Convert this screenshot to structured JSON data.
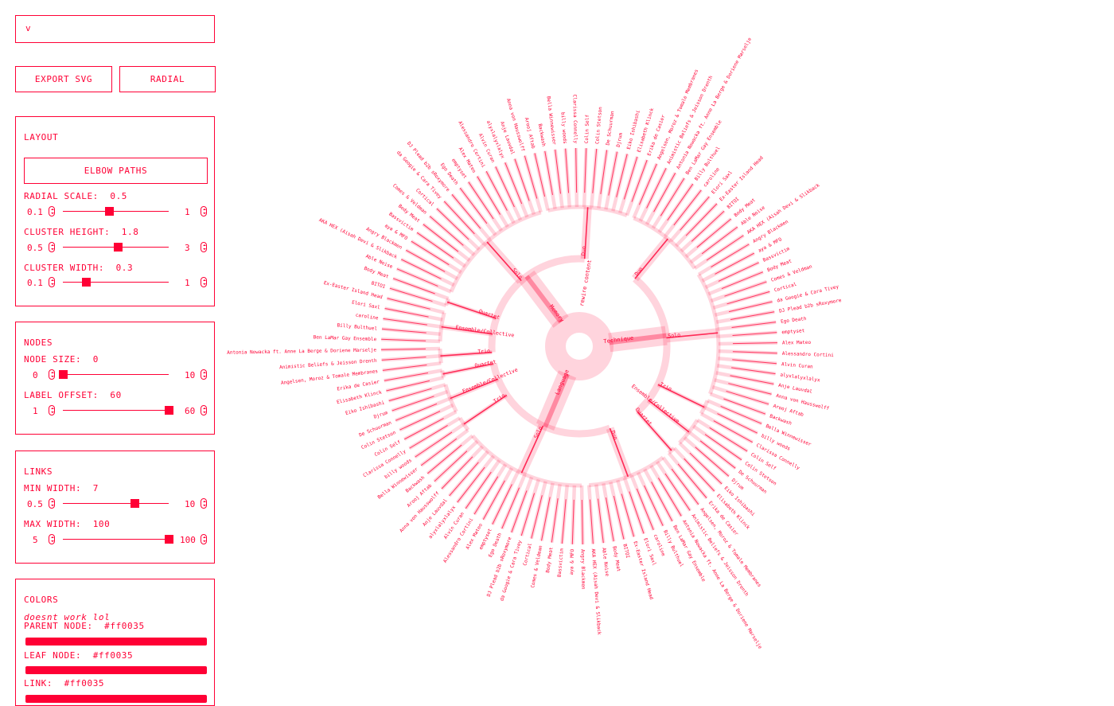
{
  "dropdown": {
    "value": "v"
  },
  "buttons": {
    "export": "EXPORT SVG",
    "radial": "RADIAL"
  },
  "layout": {
    "title": "LAYOUT",
    "elbow": "ELBOW PATHS",
    "radial_scale": {
      "label": "RADIAL SCALE:",
      "value": "0.5",
      "min": "0.1",
      "max": "1",
      "frac": 0.44
    },
    "cluster_height": {
      "label": "CLUSTER HEIGHT:",
      "value": "1.8",
      "min": "0.5",
      "max": "3",
      "frac": 0.52
    },
    "cluster_width": {
      "label": "CLUSTER WIDTH:",
      "value": "0.3",
      "min": "0.1",
      "max": "1",
      "frac": 0.22
    }
  },
  "nodes": {
    "title": "NODES",
    "node_size": {
      "label": "NODE SIZE:",
      "value": "0",
      "min": "0",
      "max": "10",
      "frac": 0.0
    },
    "label_offset": {
      "label": "LABEL OFFSET:",
      "value": "60",
      "min": "1",
      "max": "60",
      "frac": 1.0
    }
  },
  "links": {
    "title": "LINKS",
    "min_width": {
      "label": "MIN WIDTH:",
      "value": "7",
      "min": "0.5",
      "max": "10",
      "frac": 0.68
    },
    "max_width": {
      "label": "MAX WIDTH:",
      "value": "100",
      "min": "5",
      "max": "100",
      "frac": 1.0
    }
  },
  "colors": {
    "title": "COLORS",
    "note": "doesnt work lol",
    "parent": {
      "label": "PARENT NODE:",
      "value": "#ff0035"
    },
    "leaf": {
      "label": "LEAF NODE:",
      "value": "#ff0035"
    },
    "link": {
      "label": "LINK:",
      "value": "#ff0035"
    }
  },
  "accent": "#ff0035",
  "tree": {
    "root": "rewire content",
    "leaves": [
      "Angelsen, Moroz & Tomale Membranes",
      "Animistic Beliefs & Jeisson Drenth",
      "Antonia Nowacka ft. Anne La Berge & Doriene Marselje",
      "Ben LaMar Gay Ensemble",
      "Billy Bulthuel",
      "caroline",
      "Elori Saxl",
      "Ex-Easter Island Head",
      "BITOI",
      "Body Meat",
      "Able Noise",
      "AKA HEX (Aisah Devi & Slikback",
      "Angry Blackmen",
      "aya & MFO",
      "Bassvictim",
      "Body Meat",
      "Comes & Veldman",
      "Cortical",
      "da Googie & Cara Tivey",
      "DJ Plead b2b sRoxymore",
      "Ego Death",
      "emptyset",
      "Alex Mateo",
      "Alessandro Cortini",
      "Alvin Curan",
      "alyxlalyxlalyx",
      "Anje Lauvdal",
      "Anna von Hausswolff",
      "Arooj Aftab",
      "Backwash",
      "Bella Winnewisser",
      "billy woods",
      "Clarissa Connelly",
      "Colin Self",
      "Colin Stetson",
      "De Schuurman",
      "Djrum",
      "Eiko Ishibashi",
      "Elisabeth Klinck",
      "Erika de Casier"
    ],
    "branches": [
      {
        "name": "Memory",
        "subs": [
          {
            "name": "Trio",
            "leaf_count": 3
          },
          {
            "name": "Ensemble/Collective",
            "leaf_count": 5
          },
          {
            "name": "Quartet",
            "leaf_count": 2
          },
          {
            "name": "Solo",
            "leaf_count": 18
          },
          {
            "name": "Duo",
            "leaf_count": 12
          }
        ]
      },
      {
        "name": "Technique",
        "subs": [
          {
            "name": "Duo",
            "leaf_count": 12
          },
          {
            "name": "Solo",
            "leaf_count": 18
          },
          {
            "name": "Trio",
            "leaf_count": 3
          },
          {
            "name": "Ensemble/Collective",
            "leaf_count": 5
          },
          {
            "name": "Quartet",
            "leaf_count": 2
          }
        ]
      },
      {
        "name": "Language",
        "subs": [
          {
            "name": "Duo",
            "leaf_count": 12
          },
          {
            "name": "Solo",
            "leaf_count": 18
          },
          {
            "name": "Trio",
            "leaf_count": 3
          },
          {
            "name": "Ensemble/Collective",
            "leaf_count": 5
          },
          {
            "name": "Quartet",
            "leaf_count": 2
          }
        ]
      }
    ]
  }
}
